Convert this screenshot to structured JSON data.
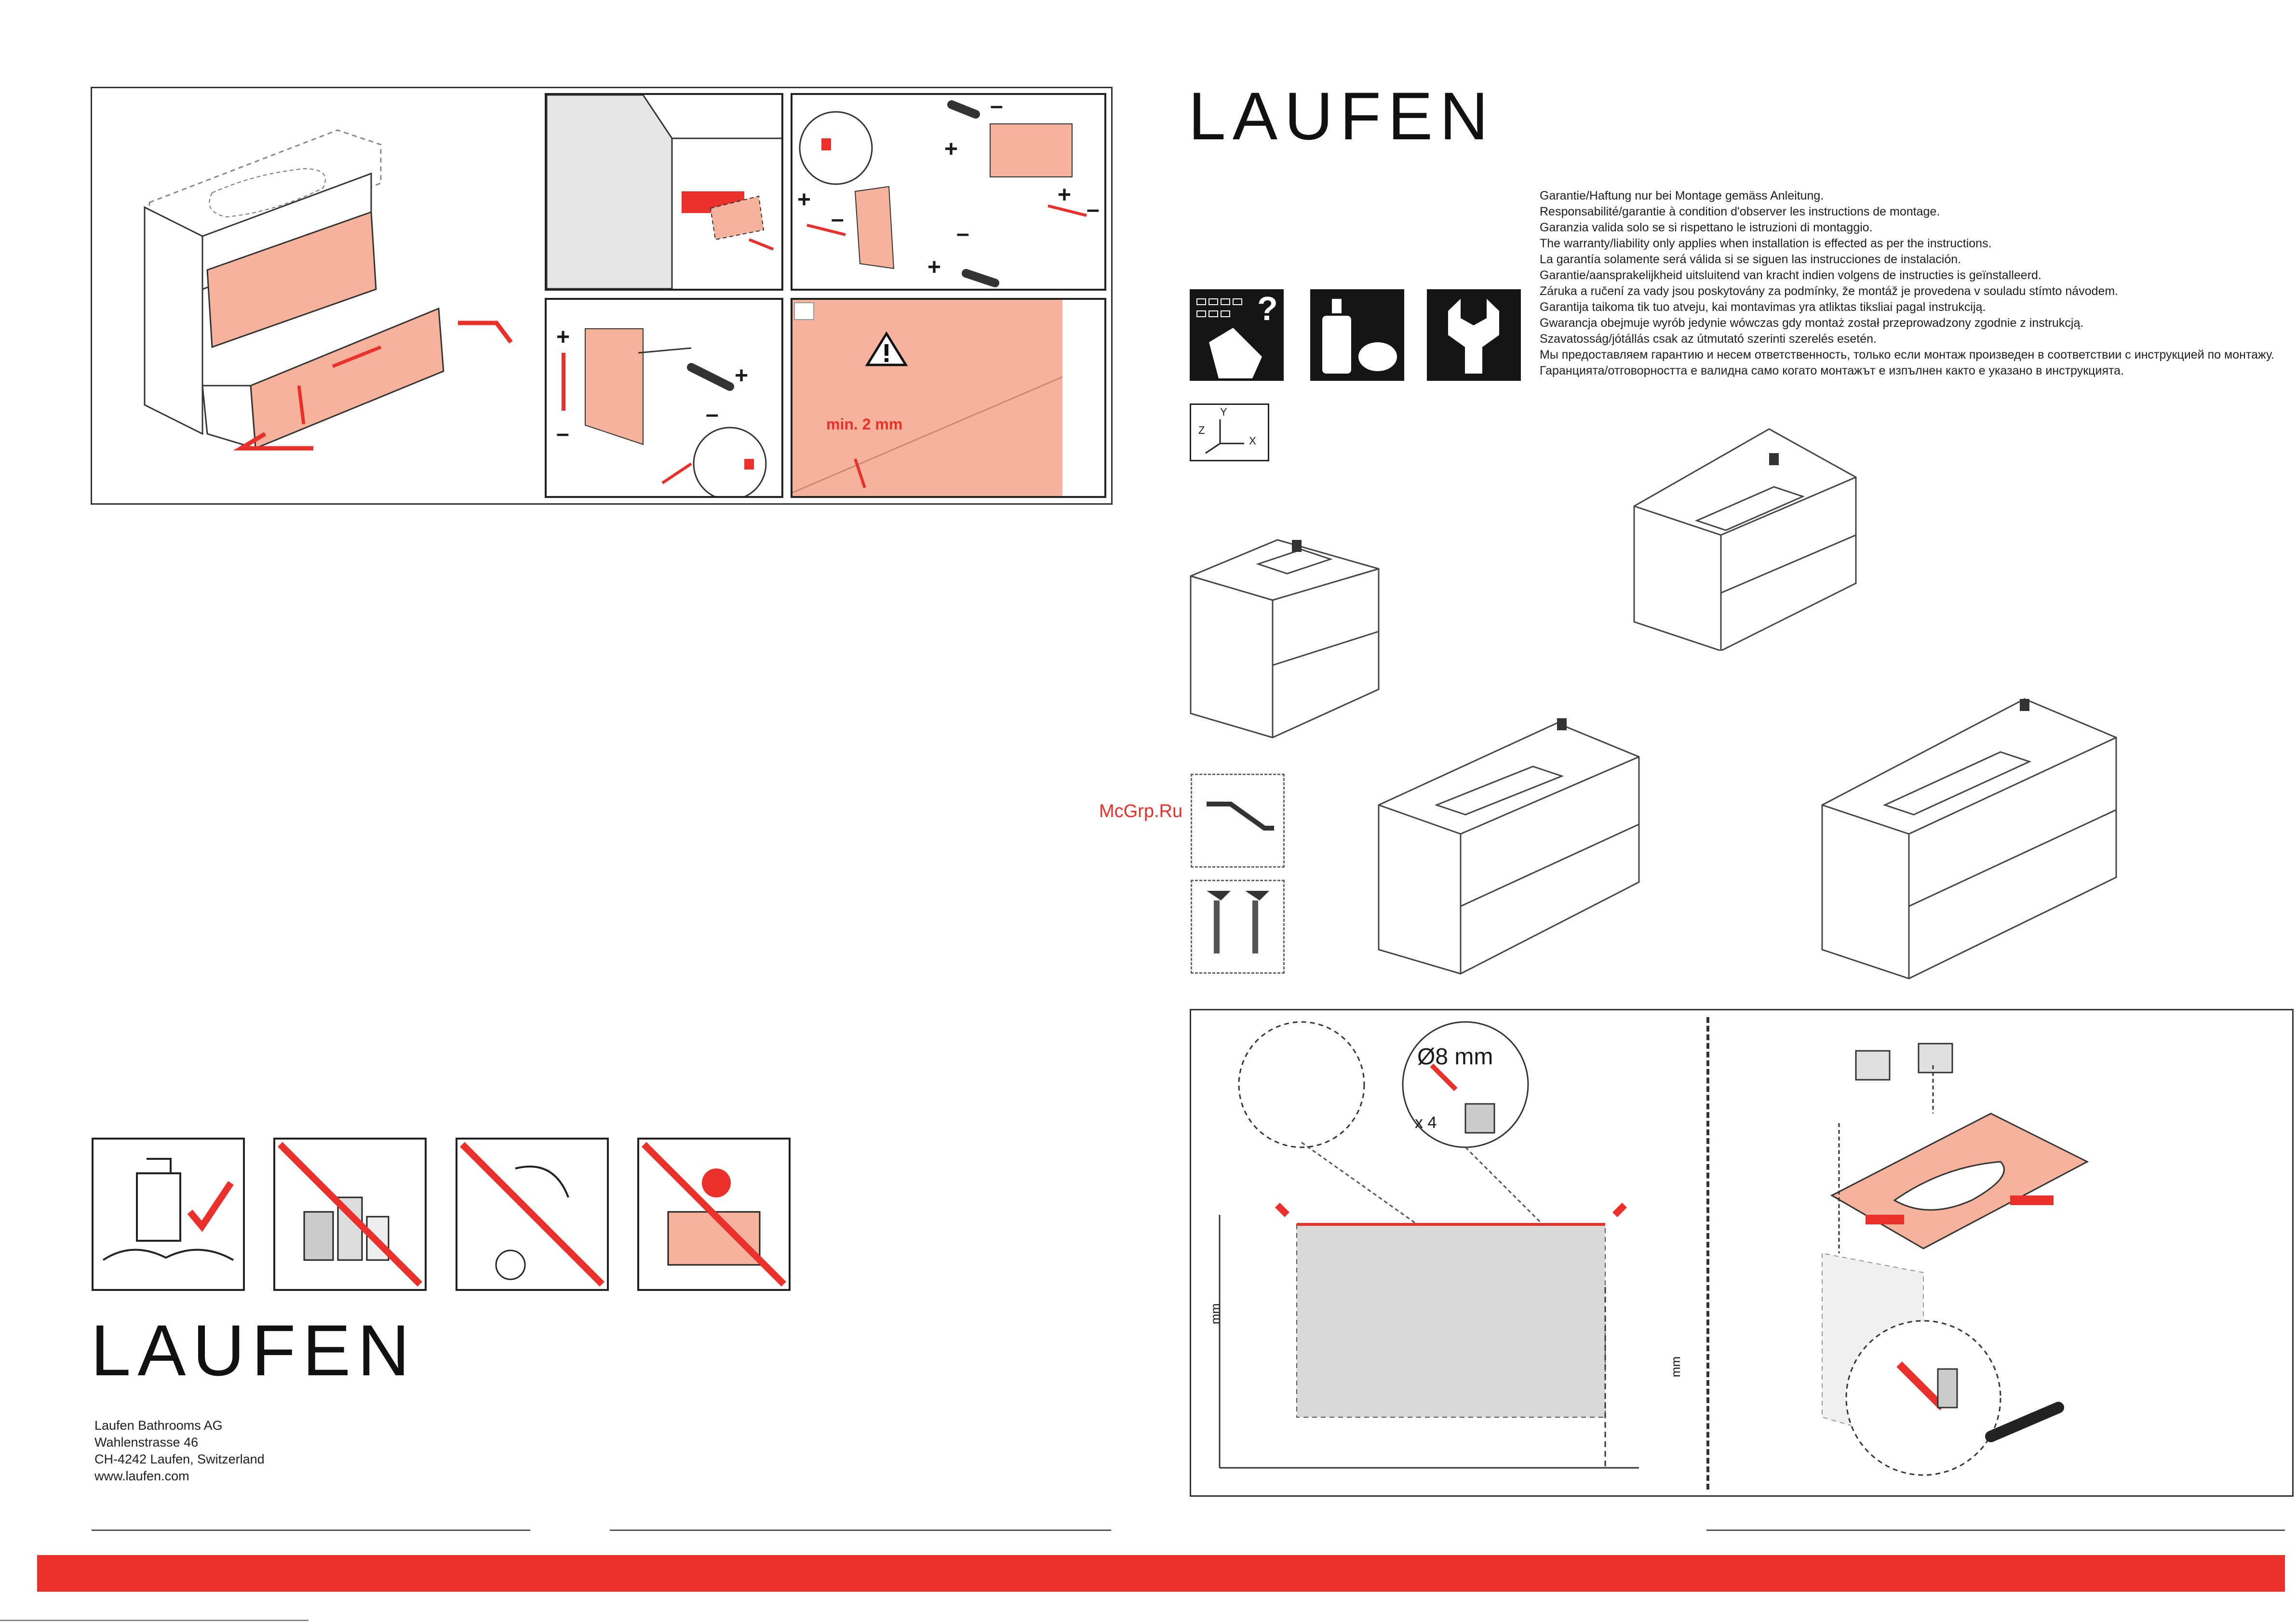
{
  "brand": {
    "name": "LAUFEN"
  },
  "warranty_lines": [
    "Garantie/Haftung nur bei Montage gemäss Anleitung.",
    "Responsabilité/garantie à condition d'observer les instructions de montage.",
    "Garanzia valida solo se si rispettano le istruzioni di montaggio.",
    "The warranty/liability only applies when installation is effected as per the instructions.",
    "La garantía solamente será válida si se siguen las instrucciones de instalación.",
    "Garantie/aansprakelijkheid uitsluitend van kracht indien volgens de instructies is geïnstalleerd.",
    "Záruka a ručení za vady jsou poskytovány za podmínky, že montáž je provedena v souladu stímto návodem.",
    "Garantija taikoma tik tuo atveju, kai montavimas yra atliktas tiksliai pagal instrukciją.",
    "Gwarancja obejmuje wyrób jedynie wówczas gdy montaż został przeprowadzony zgodnie z instrukcją.",
    "Szavatosság/jótállás csak az útmutató szerinti szerelés esetén.",
    "Мы предоставляем гарантию и несем ответственность, только если монтаж произведен в соответствии с инструкцией по монтажу.",
    "Гаранцията/отговорността е валидна само когато монтажът е изпълнен както е указано в инструкцията."
  ],
  "address": {
    "company": "Laufen Bathrooms AG",
    "street": "Wahlenstrasse 46",
    "city": "CH-4242 Laufen, Switzerland",
    "web": "www.laufen.com"
  },
  "watermark": "McGrp.Ru",
  "labels": {
    "min_gap": "min. 2 mm",
    "drill_size": "Ø8 mm",
    "drill_count": "x 4",
    "mm_left": "mm",
    "mm_right": "mm",
    "axis_x": "X",
    "axis_y": "Y",
    "axis_z": "Z",
    "plus": "+",
    "minus": "–",
    "question": "?"
  },
  "colors": {
    "accent_red": "#e9302a",
    "panel_salmon": "#f5b39c",
    "icon_dark": "#151515"
  }
}
